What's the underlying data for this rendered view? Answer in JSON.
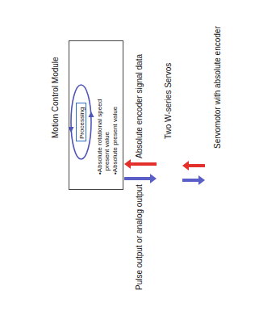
{
  "diagram": {
    "nodes": [
      {
        "text": [
          "Motion Control Module",
          "•Absolute rotational speed present value",
          "•Absolute present value"
        ]
      },
      {
        "text": [
          "Processing"
        ],
        "in": 0
      },
      {
        "text": [
          "Two W-series Servos"
        ]
      },
      {
        "text": [
          "Servomotor with absolute encoder"
        ]
      }
    ],
    "edges": [
      {
        "from": 2,
        "to": 0,
        "arrow": "to",
        "label": "Absolute encoder signal data"
      },
      {
        "from": 0,
        "to": 2,
        "arrow": "to",
        "label": "Pulse output or analog output"
      },
      {
        "from": 3,
        "to": 2,
        "arrow": "to"
      },
      {
        "from": 2,
        "to": 3,
        "arrow": "to"
      }
    ]
  }
}
